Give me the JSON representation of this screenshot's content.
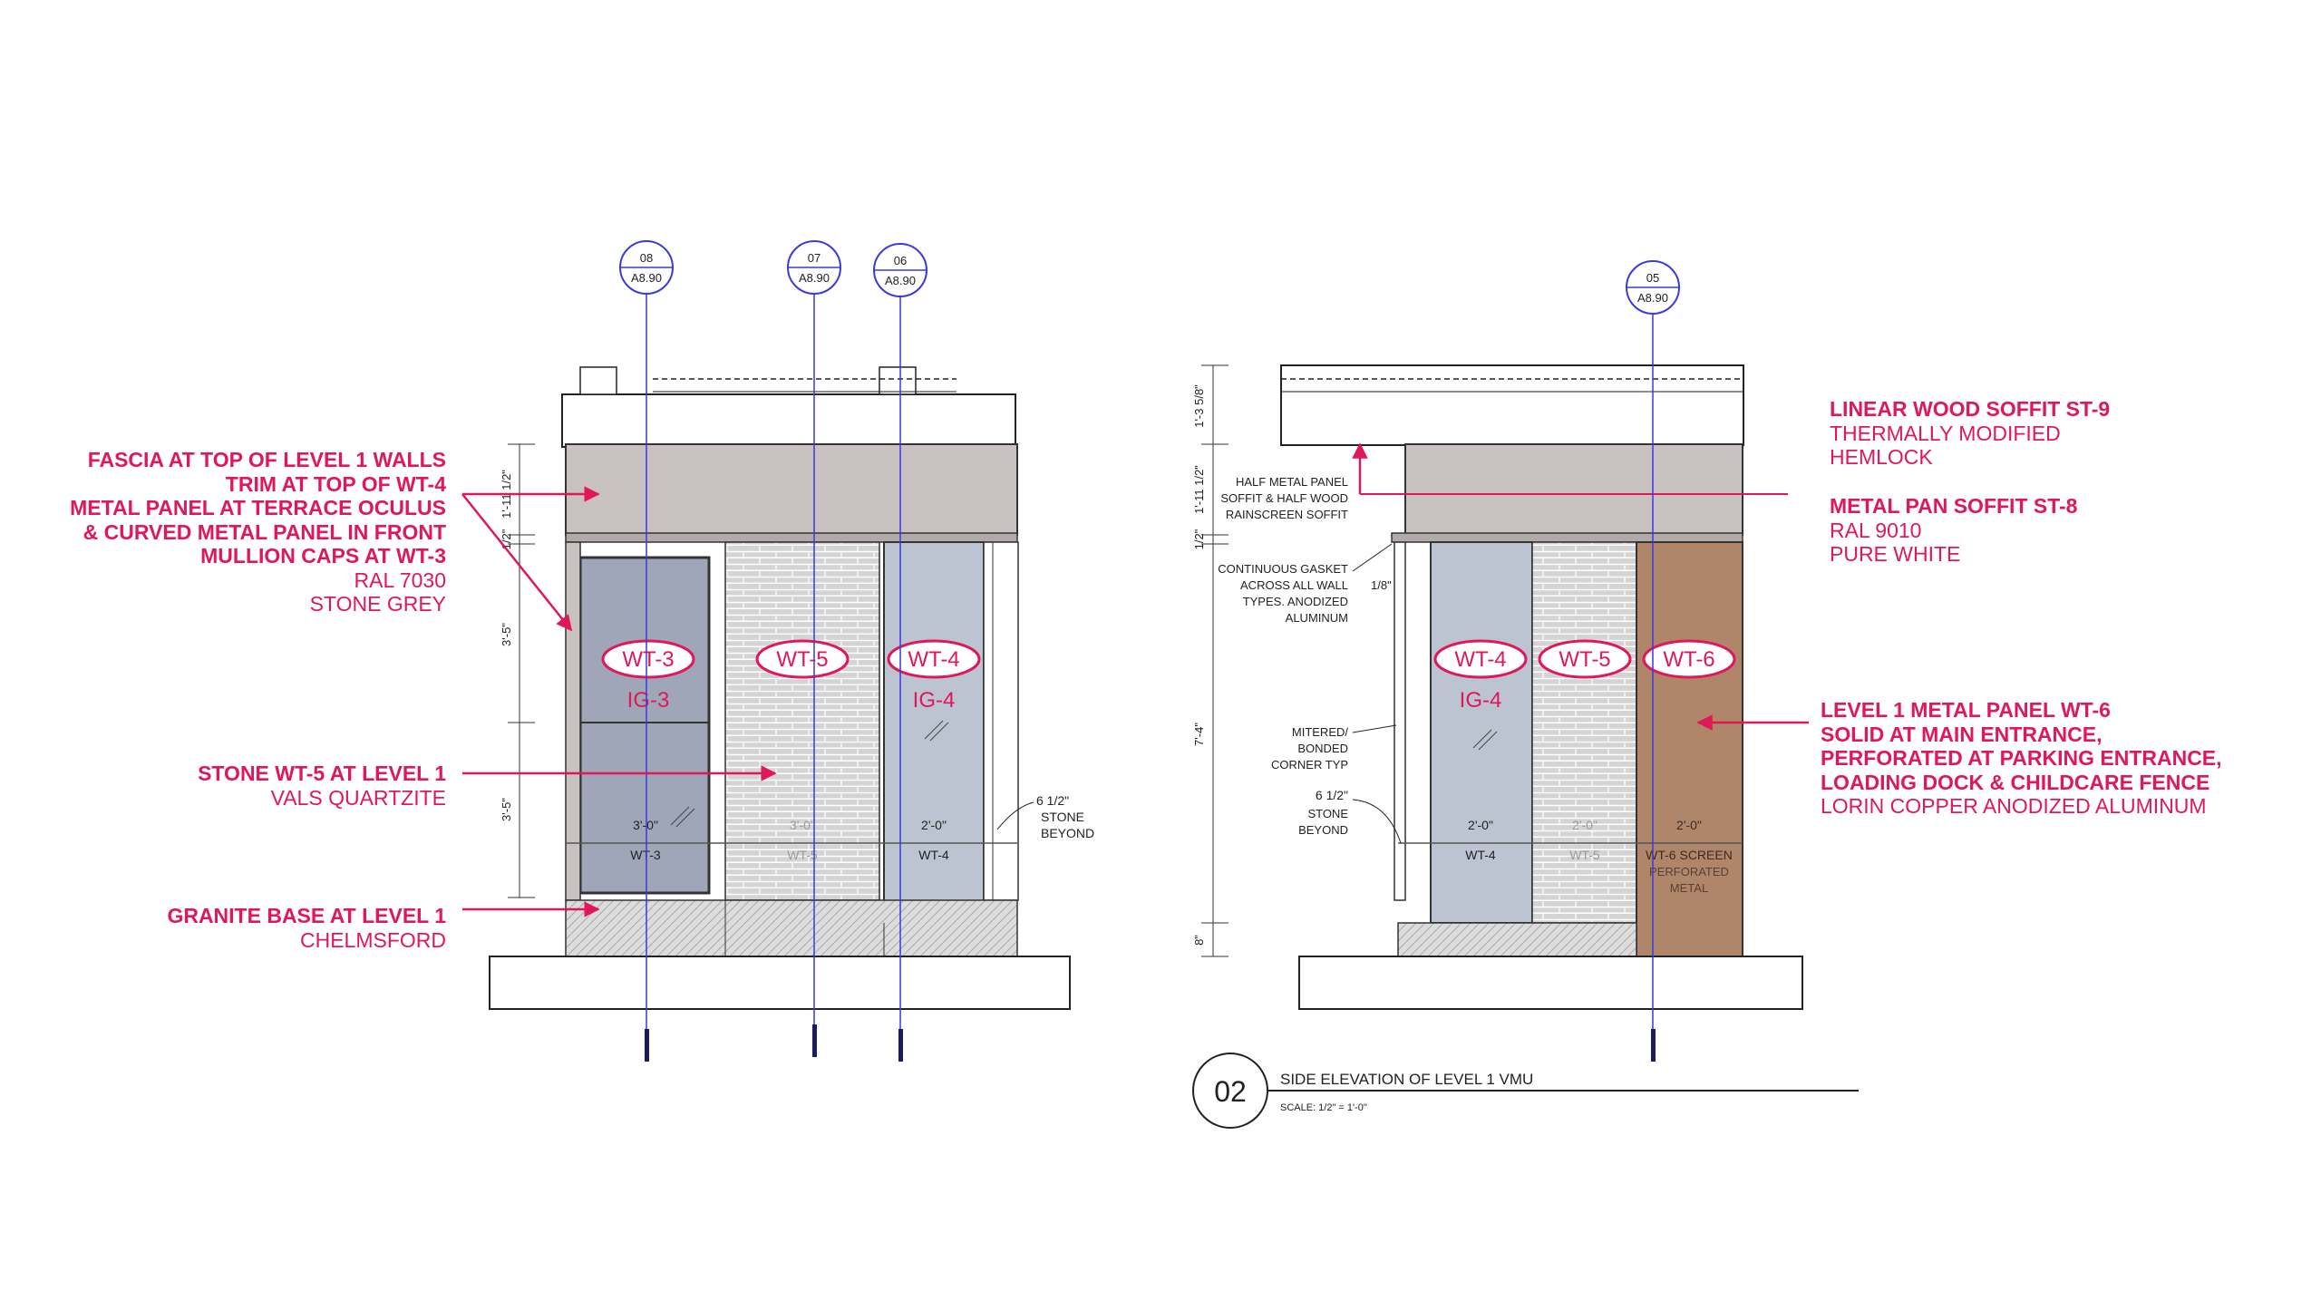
{
  "colors": {
    "accent_red": "#e0185a",
    "fascia_grey": "#c9c2c0",
    "glass_blue_grey": "#a9b0c0",
    "panel_light": "#bcc3d1",
    "stone_fill": "#d9d9d9",
    "copper": "#b0866a",
    "blue_line": "#3a3adf"
  },
  "left_elevation": {
    "section_tags": [
      {
        "num": "08",
        "sheet": "A8.90"
      },
      {
        "num": "07",
        "sheet": "A8.90"
      },
      {
        "num": "06",
        "sheet": "A8.90"
      }
    ],
    "dims": [
      "1'-11 1/2\"",
      "1/2\"",
      "3'-5\"",
      "3'-5\""
    ],
    "tags": [
      "WT-3",
      "WT-5",
      "WT-4"
    ],
    "ig": [
      "IG-3",
      "IG-4"
    ],
    "widths": [
      "3'-0\"",
      "3'-0\"",
      "2'-0\""
    ],
    "wt_labels": [
      "WT-3",
      "WT-5",
      "WT-4"
    ],
    "stone_note": [
      "6 1/2\"",
      "STONE",
      "BEYOND"
    ]
  },
  "right_elevation": {
    "section_tag": {
      "num": "05",
      "sheet": "A8.90"
    },
    "dims": [
      "1'-3 5/8\"",
      "1'-11 1/2\"",
      "1/2\"",
      "7'-4\"",
      "8\""
    ],
    "notes": {
      "soffit": [
        "HALF METAL PANEL",
        "SOFFIT & HALF WOOD",
        "RAINSCREEN SOFFIT"
      ],
      "gasket": [
        "CONTINUOUS GASKET",
        "ACROSS ALL WALL",
        "TYPES. ANODIZED",
        "ALUMINUM"
      ],
      "gasket_dim": "1/8\"",
      "mitered": [
        "MITERED/",
        "BONDED",
        "CORNER TYP"
      ],
      "stone": [
        "6 1/2\"",
        "STONE",
        "BEYOND"
      ]
    },
    "tags": [
      "WT-4",
      "WT-5",
      "WT-6"
    ],
    "ig": "IG-4",
    "widths": [
      "2'-0\"",
      "2'-0\"",
      "2'-0\""
    ],
    "wt_labels": [
      "WT-4",
      "WT-5",
      "WT-6 SCREEN"
    ],
    "perforated": [
      "PERFORATED",
      "METAL"
    ]
  },
  "title_block": {
    "number": "02",
    "title": "SIDE ELEVATION OF LEVEL 1 VMU",
    "scale": "SCALE:  1/2\" = 1'-0\""
  },
  "callouts": {
    "fascia": {
      "bold": [
        "FASCIA AT TOP OF LEVEL 1 WALLS",
        "TRIM AT TOP OF WT-4",
        "METAL PANEL AT TERRACE OCULUS",
        "& CURVED METAL PANEL IN FRONT",
        "MULLION CAPS AT WT-3"
      ],
      "normal": [
        "RAL 7030",
        "STONE GREY"
      ]
    },
    "stone": {
      "bold": [
        "STONE WT-5 AT LEVEL 1"
      ],
      "normal": [
        "VALS QUARTZITE"
      ]
    },
    "granite": {
      "bold": [
        "GRANITE BASE AT LEVEL 1"
      ],
      "normal": [
        "CHELMSFORD"
      ]
    },
    "wood_soffit": {
      "bold": [
        "LINEAR WOOD SOFFIT ST-9"
      ],
      "normal": [
        "THERMALLY MODIFIED",
        "HEMLOCK"
      ]
    },
    "pan_soffit": {
      "bold": [
        "METAL PAN SOFFIT ST-8"
      ],
      "normal": [
        "RAL 9010",
        "PURE WHITE"
      ]
    },
    "metal_panel": {
      "bold": [
        "LEVEL 1 METAL PANEL WT-6",
        "SOLID AT MAIN ENTRANCE,",
        "PERFORATED AT PARKING ENTRANCE,",
        "LOADING DOCK & CHILDCARE FENCE"
      ],
      "normal": [
        "LORIN COPPER ANODIZED ALUMINUM"
      ]
    }
  }
}
